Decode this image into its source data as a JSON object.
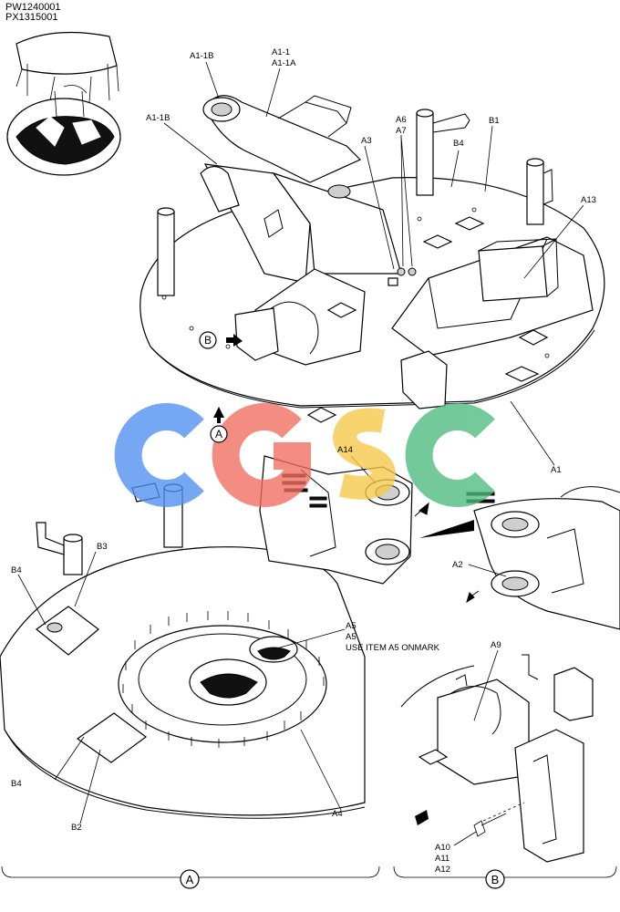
{
  "header": {
    "code_1": "PW1240001",
    "code_2": "PX1315001"
  },
  "watermark": {
    "text": "CGSC",
    "colors": [
      "#4f8ff0",
      "#f06d5e",
      "#f7c948",
      "#4dbb7e"
    ]
  },
  "callouts": {
    "a1_1b_top": "A1-1B",
    "a1_1": "A1-1",
    "a1_1a": "A1-1A",
    "a1_1b_left": "A1-1B",
    "a3": "A3",
    "a6": "A6",
    "a7": "A7",
    "b4_top": "B4",
    "b1": "B1",
    "a13": "A13",
    "a1": "A1",
    "a14": "A14",
    "a2": "A2",
    "b3": "B3",
    "b4_left": "B4",
    "a5_1": "A5",
    "a5_2": "A5",
    "a5_note": "USE ITEM A5 ONMARK",
    "b4_bottom": "B4",
    "b2": "B2",
    "a4": "A4",
    "a9": "A9",
    "a10": "A10",
    "a11": "A11",
    "a12": "A12"
  },
  "view_markers": {
    "a_top": "A",
    "b_left": "B",
    "a_bottom": "A",
    "b_bottom": "B"
  }
}
